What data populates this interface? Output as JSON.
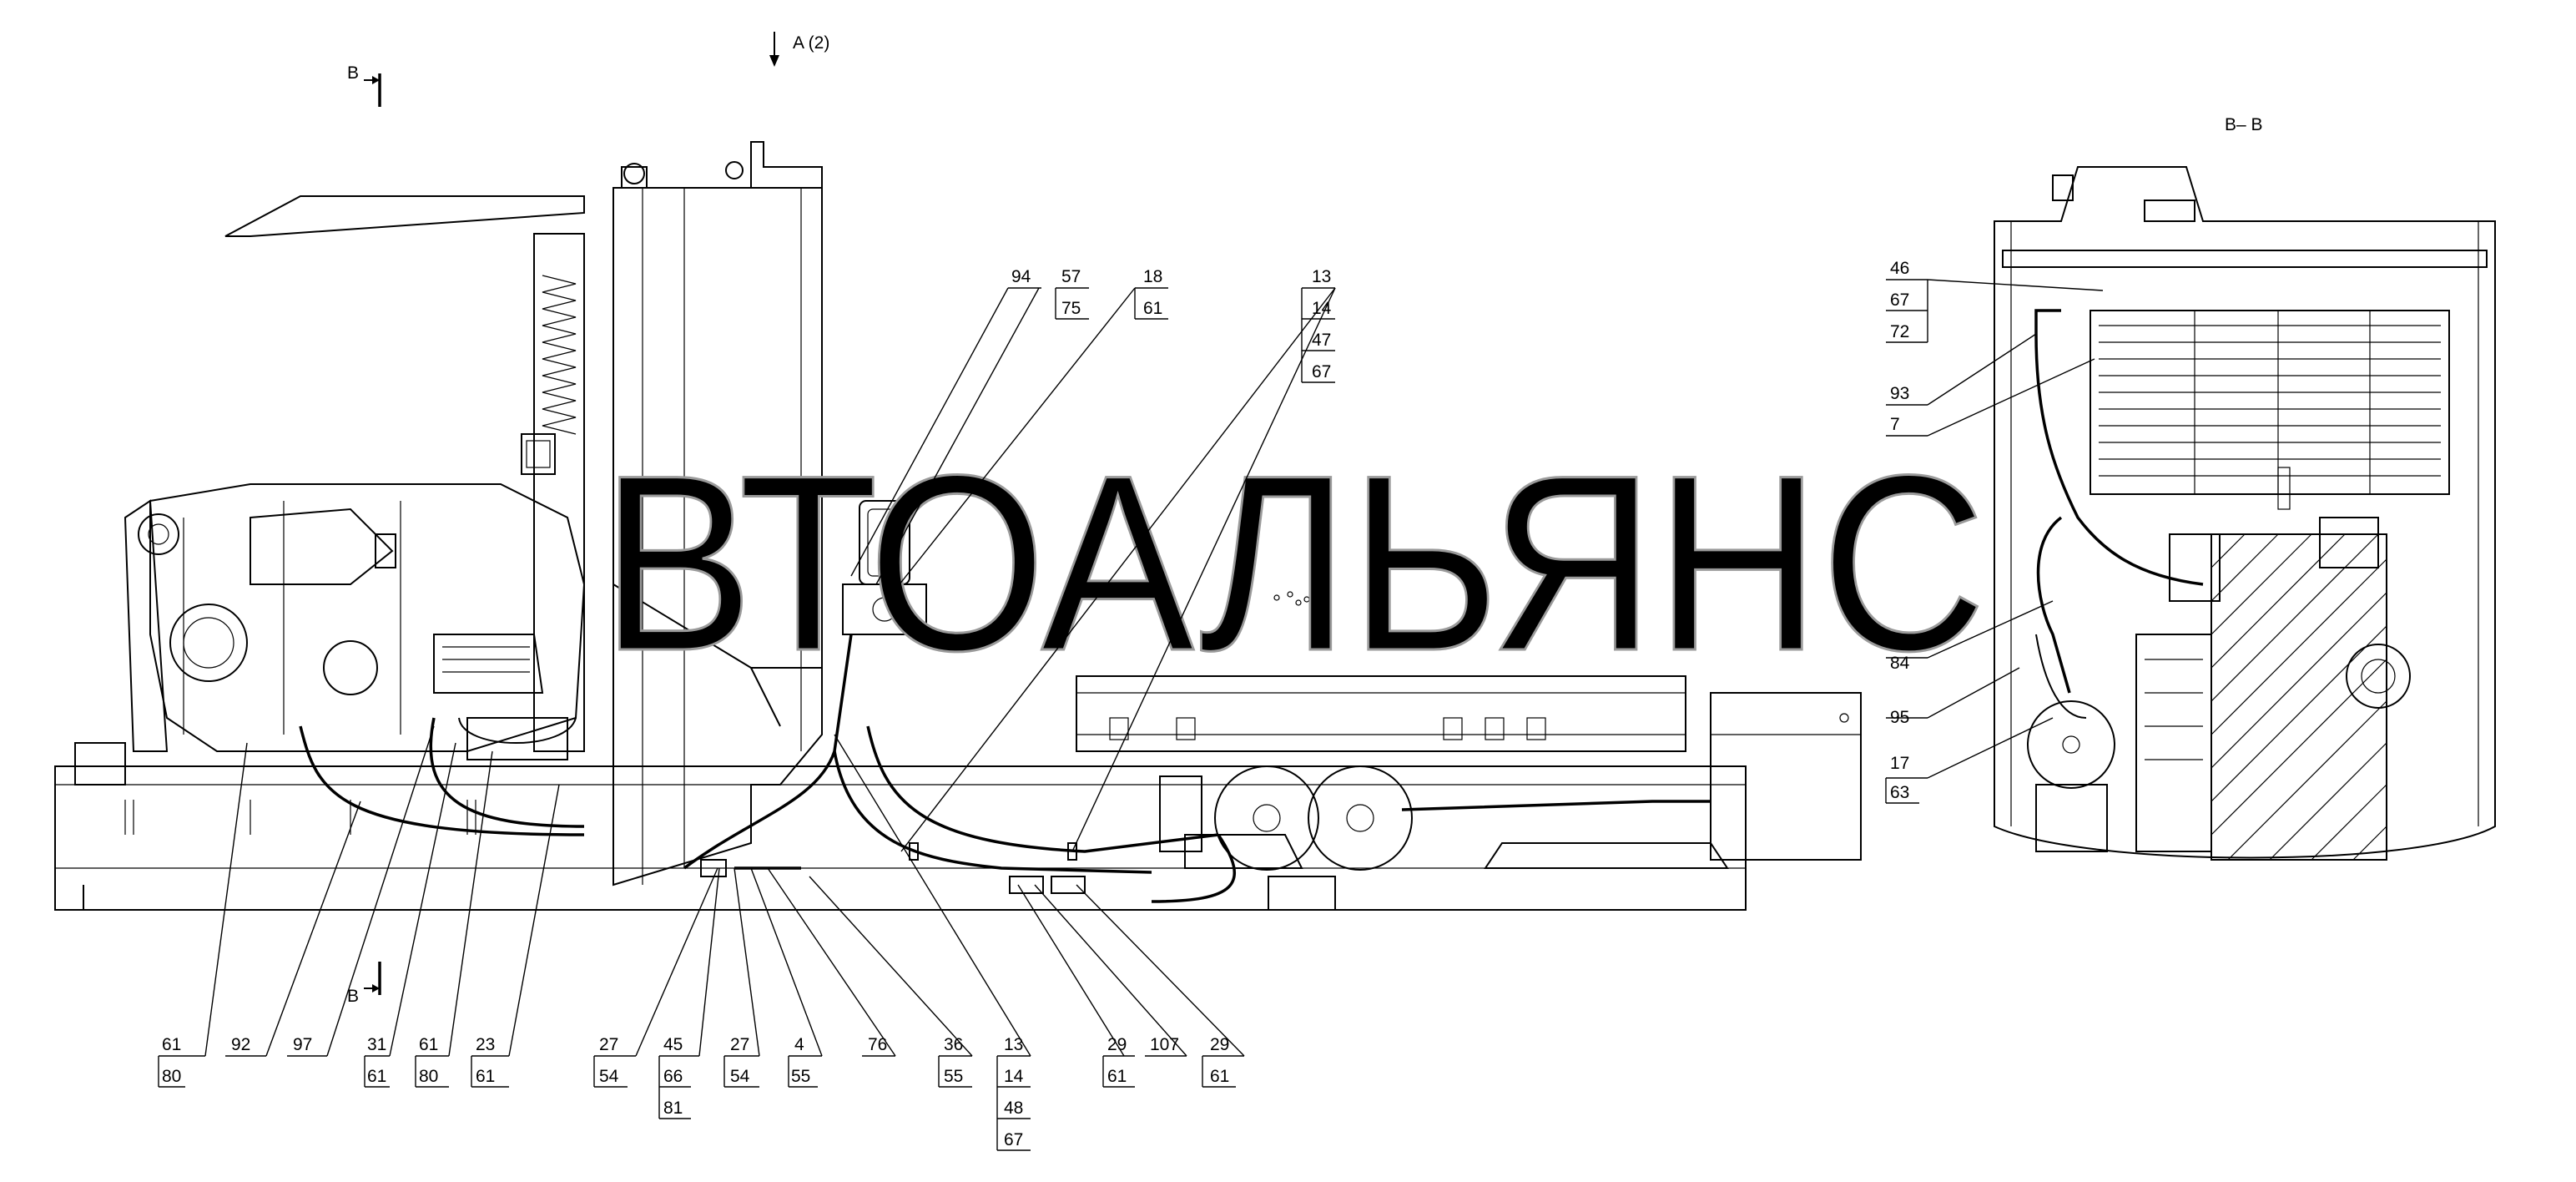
{
  "watermark": "ВТОАЛЬЯНС",
  "section_marks": {
    "view_a": "A (2)",
    "cut_b_top": "B",
    "cut_b_bottom": "B",
    "section_bb": "B– B"
  },
  "callouts_main_bottom": [
    {
      "id": "c-61-80-a",
      "numbers": [
        "61",
        "80"
      ]
    },
    {
      "id": "c-92",
      "numbers": [
        "92"
      ]
    },
    {
      "id": "c-97",
      "numbers": [
        "97"
      ]
    },
    {
      "id": "c-31-61",
      "numbers": [
        "31",
        "61"
      ]
    },
    {
      "id": "c-61-80-b",
      "numbers": [
        "61",
        "80"
      ]
    },
    {
      "id": "c-23-61",
      "numbers": [
        "23",
        "61"
      ]
    },
    {
      "id": "c-27-54-a",
      "numbers": [
        "27",
        "54"
      ]
    },
    {
      "id": "c-45-66-81",
      "numbers": [
        "45",
        "66",
        "81"
      ]
    },
    {
      "id": "c-27-54-b",
      "numbers": [
        "27",
        "54"
      ]
    },
    {
      "id": "c-4-55",
      "numbers": [
        "4",
        "55"
      ]
    },
    {
      "id": "c-76",
      "numbers": [
        "76"
      ]
    },
    {
      "id": "c-36-55",
      "numbers": [
        "36",
        "55"
      ]
    },
    {
      "id": "c-13-14-48-67",
      "numbers": [
        "13",
        "14",
        "48",
        "67"
      ]
    },
    {
      "id": "c-29-61-a",
      "numbers": [
        "29",
        "61"
      ]
    },
    {
      "id": "c-107",
      "numbers": [
        "107"
      ]
    },
    {
      "id": "c-29-61-b",
      "numbers": [
        "29",
        "61"
      ]
    }
  ],
  "callouts_main_top": [
    {
      "id": "c-94",
      "numbers": [
        "94"
      ]
    },
    {
      "id": "c-57-75",
      "numbers": [
        "57",
        "75"
      ]
    },
    {
      "id": "c-18-61",
      "numbers": [
        "18",
        "61"
      ]
    },
    {
      "id": "c-13-14-47-67",
      "numbers": [
        "13",
        "14",
        "47",
        "67"
      ]
    }
  ],
  "callouts_section": [
    {
      "id": "c-46-67-72",
      "numbers": [
        "46",
        "67",
        "72"
      ]
    },
    {
      "id": "c-93",
      "numbers": [
        "93"
      ]
    },
    {
      "id": "c-7",
      "numbers": [
        "7"
      ]
    },
    {
      "id": "c-84",
      "numbers": [
        "84"
      ]
    },
    {
      "id": "c-95",
      "numbers": [
        "95"
      ]
    },
    {
      "id": "c-17-63",
      "numbers": [
        "17",
        "63"
      ]
    }
  ]
}
